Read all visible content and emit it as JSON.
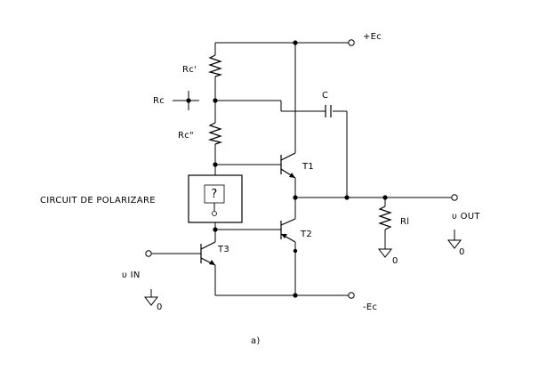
{
  "labels": {
    "plus_ec": "+Ec",
    "minus_ec": "-Ec",
    "rc_prime": "Rc'",
    "rc": "Rc",
    "rc_double": "Rc\"",
    "c": "C",
    "t1": "T1",
    "t2": "T2",
    "t3": "T3",
    "bias_circuit": "CIRCUIT DE POLARIZARE",
    "question_mark": "?",
    "rl": "Rl",
    "ground_0": "0",
    "v_out": "υ OUT",
    "v_in": "υ IN",
    "caption": "a)"
  }
}
